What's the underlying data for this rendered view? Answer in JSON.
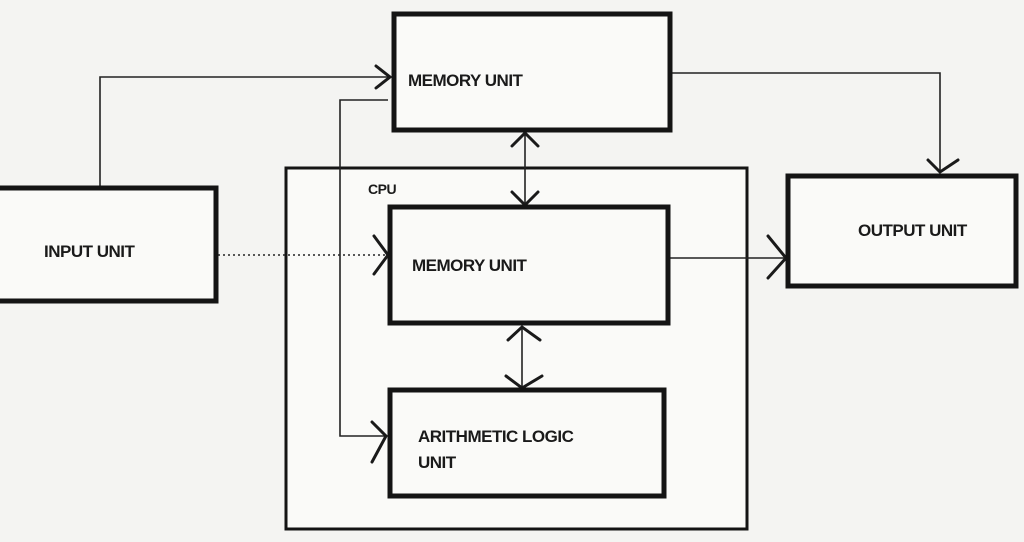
{
  "diagram": {
    "top_memory": "MEMORY UNIT",
    "cpu": "CPU",
    "cpu_memory": "MEMORY UNIT",
    "alu_line1": "ARITHMETIC LOGIC",
    "alu_line2": "UNIT",
    "input": "INPUT UNIT",
    "output": "OUTPUT UNIT"
  }
}
